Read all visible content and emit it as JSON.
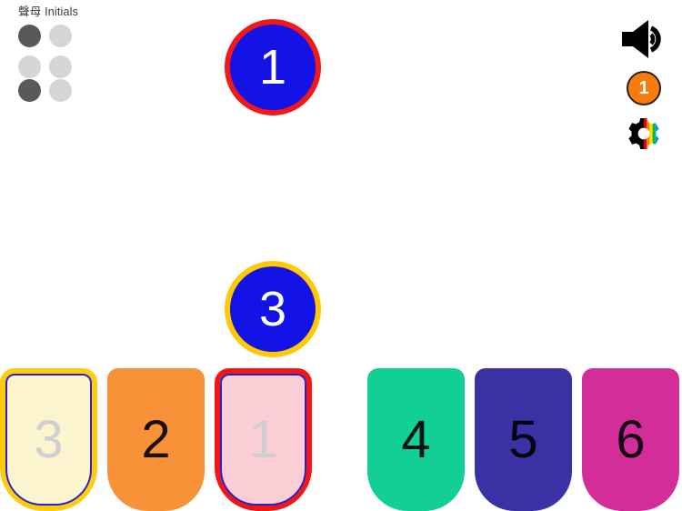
{
  "app": {
    "background_color": "#ffffff"
  },
  "progress_panel": {
    "label": "聲母 Initials",
    "columns": 2,
    "rows": 3,
    "filled_color": "#595959",
    "empty_color": "#d6d6d6",
    "dots": [
      {
        "state": "filled"
      },
      {
        "state": "empty"
      },
      {
        "state": "empty"
      },
      {
        "state": "empty"
      },
      {
        "state": "filled"
      },
      {
        "state": "empty"
      }
    ]
  },
  "controls": {
    "speaker": {
      "icon": "speaker-sound-icon",
      "color": "#000000"
    },
    "round_badge": {
      "value": "1",
      "fill_color": "#f57c0d",
      "border_color": "#2a2016",
      "text_color": "#ffffff"
    },
    "settings": {
      "icon": "gear-rainbow-icon",
      "gear_color": "#000000",
      "rainbow_colors": [
        "#e00000",
        "#ff7a00",
        "#ffe000",
        "#00c030",
        "#0090ff",
        "#6a00d8"
      ]
    }
  },
  "circles": [
    {
      "id": "circle-top",
      "value": "1",
      "fill_color": "#1313e8",
      "border_color": "#f01818",
      "text_color": "#ffffff"
    },
    {
      "id": "circle-mid",
      "value": "3",
      "fill_color": "#1313e8",
      "border_color": "#ffc800",
      "text_color": "#ffffff"
    }
  ],
  "tiles_left": [
    {
      "value": "3",
      "fill_color": "#fcf3cf",
      "text_color": "#cfcfcf",
      "outer_border_color": "#ffcc0a",
      "inner_border_color": "#2424c8",
      "outlined": true
    },
    {
      "value": "2",
      "fill_color": "#f79239",
      "text_color": "#1c0f07",
      "outlined": false
    },
    {
      "value": "1",
      "fill_color": "#fbcdd5",
      "text_color": "#cfcfcf",
      "outer_border_color": "#f41616",
      "inner_border_color": "#2424c8",
      "outlined": true
    }
  ],
  "tiles_right": [
    {
      "value": "4",
      "fill_color": "#12cf96",
      "text_color": "#04160f",
      "outlined": false
    },
    {
      "value": "5",
      "fill_color": "#3a31a5",
      "text_color": "#06040f",
      "outlined": false
    },
    {
      "value": "6",
      "fill_color": "#d32d9a",
      "text_color": "#130412",
      "outlined": false
    }
  ]
}
